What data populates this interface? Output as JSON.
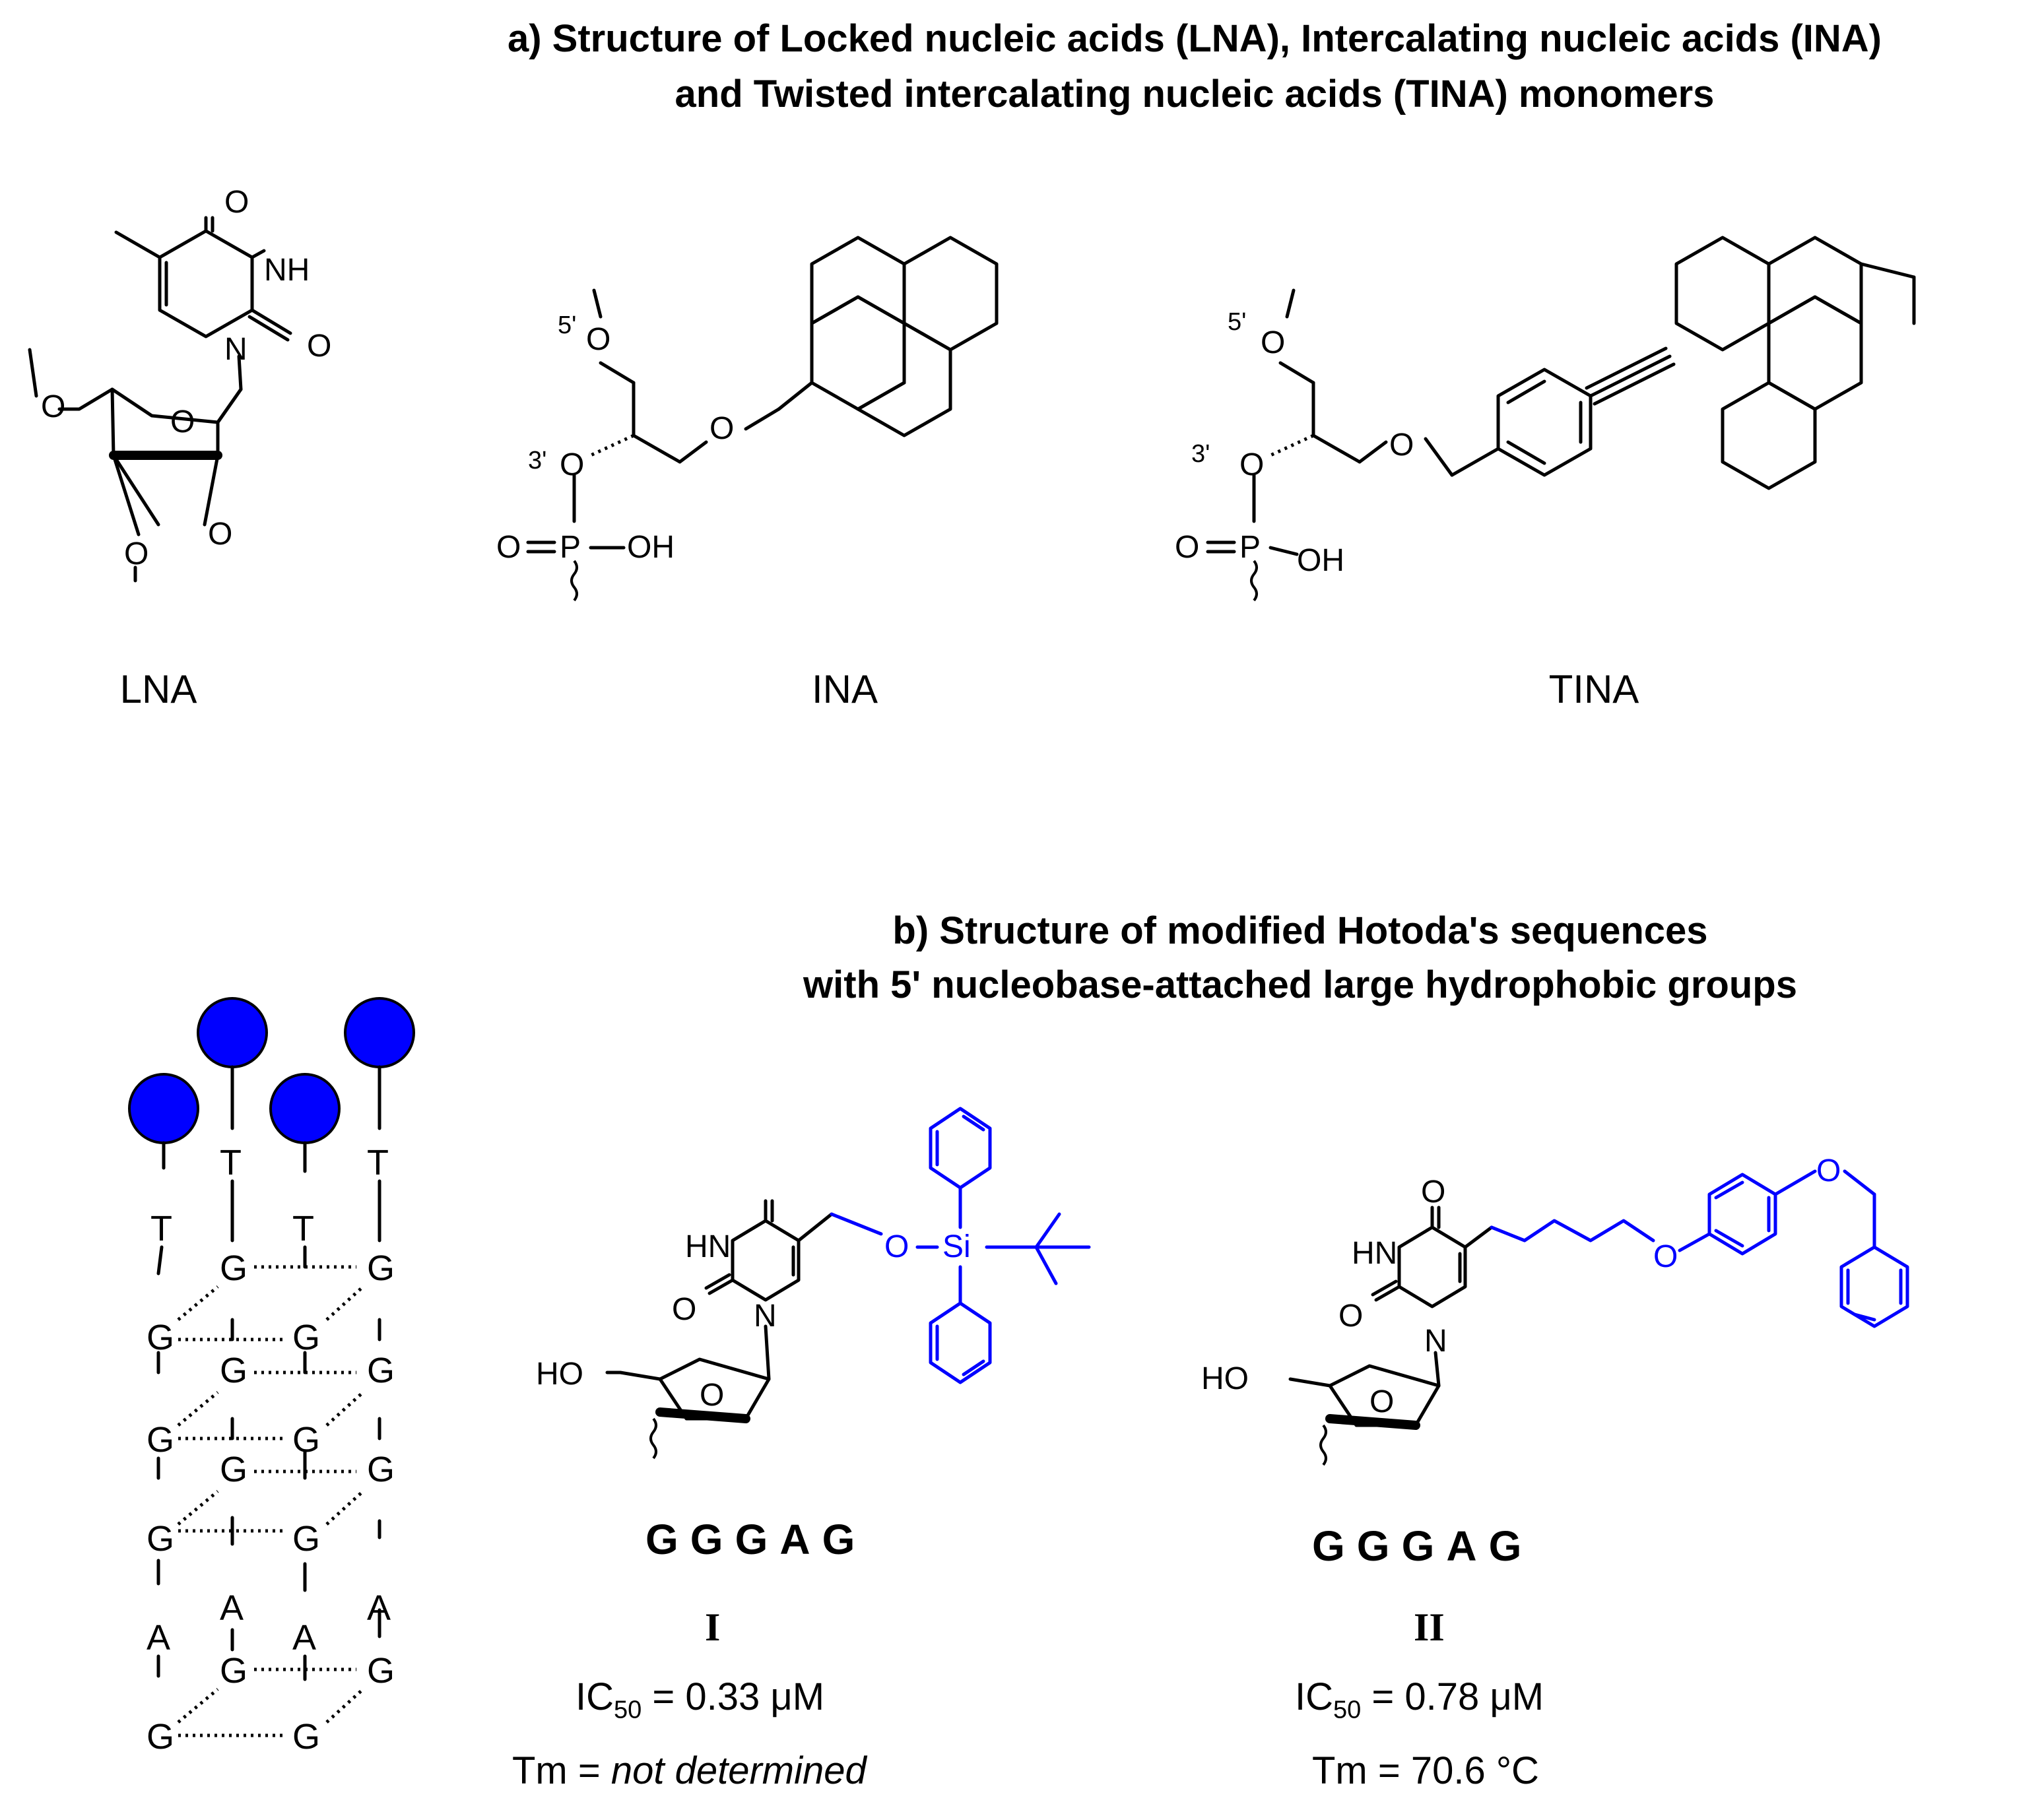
{
  "section_a": {
    "title_line1": "a) Structure of Locked nucleic acids (LNA), Intercalating nucleic acids (INA)",
    "title_line2": "and Twisted intercalating nucleic acids (TINA) monomers",
    "labels": [
      "LNA",
      "INA",
      "TINA"
    ],
    "atoms": {
      "O": "O",
      "NH": "NH",
      "N": "N",
      "P": "P",
      "OH": "OH",
      "five_prime": "5'",
      "three_prime": "3'"
    }
  },
  "section_b": {
    "title_line1": "b) Structure of modified Hotoda's sequences",
    "title_line2": "with 5' nucleobase-attached large hydrophobic groups",
    "quadruplex": {
      "top_strand_letters": [
        "T",
        "T",
        "T",
        "T"
      ],
      "bases": [
        "G",
        "A"
      ]
    },
    "compounds": [
      {
        "roman": "I",
        "sequence": "GGGAG",
        "ic50_prefix": "IC",
        "ic50_sub": "50",
        "ic50_value": " = 0.33 μM",
        "tm_prefix": "Tm = ",
        "tm_value": "not determined",
        "atoms": {
          "HN": "HN",
          "HO": "HO",
          "Si": "Si"
        }
      },
      {
        "roman": "II",
        "sequence": "GGGAG",
        "ic50_prefix": "IC",
        "ic50_sub": "50",
        "ic50_value": " = 0.78 μM",
        "tm_prefix": "Tm = ",
        "tm_value": "70.6 °C",
        "atoms": {
          "HN": "HN",
          "HO": "HO"
        }
      }
    ]
  },
  "colors": {
    "hydrophobic_group": "#0000ff",
    "bond": "#000000",
    "quadruplex_ball": "#0000ff"
  }
}
